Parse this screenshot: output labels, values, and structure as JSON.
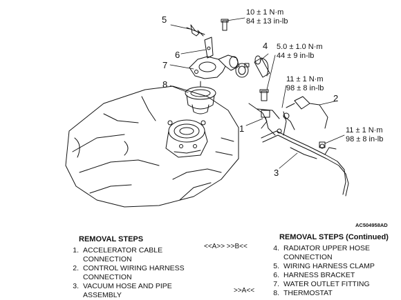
{
  "figure": {
    "id": "AC504958AD",
    "callouts": [
      "1",
      "2",
      "3",
      "4",
      "5",
      "6",
      "7",
      "8"
    ],
    "torques": [
      {
        "nm": "10 ± 1 N·m",
        "inlb": "84 ± 13 in-lb"
      },
      {
        "nm": "5.0 ± 1.0 N·m",
        "inlb": "44 ± 9 in-lb"
      },
      {
        "nm": "11 ± 1 N·m",
        "inlb": "98 ± 8 in-lb"
      },
      {
        "nm": "11 ± 1 N·m",
        "inlb": "98 ± 8 in-lb"
      }
    ]
  },
  "removal_steps": {
    "title": "REMOVAL STEPS",
    "items": [
      {
        "num": "1.",
        "lines": [
          "ACCELERATOR CABLE",
          "CONNECTION"
        ]
      },
      {
        "num": "2.",
        "lines": [
          "CONTROL WIRING HARNESS",
          "CONNECTION"
        ]
      },
      {
        "num": "3.",
        "lines": [
          "VACUUM HOSE AND PIPE",
          "ASSEMBLY"
        ]
      }
    ]
  },
  "removal_steps_continued": {
    "title": "REMOVAL STEPS (Continued)",
    "items": [
      {
        "num": "4.",
        "lines": [
          "RADIATOR UPPER HOSE",
          "CONNECTION"
        ]
      },
      {
        "num": "5.",
        "lines": [
          "WIRING HARNESS CLAMP"
        ]
      },
      {
        "num": "6.",
        "lines": [
          "HARNESS BRACKET"
        ]
      },
      {
        "num": "7.",
        "lines": [
          "WATER OUTLET FITTING"
        ]
      },
      {
        "num": "8.",
        "lines": [
          "THERMOSTAT"
        ]
      }
    ]
  },
  "references": {
    "step4": "<<A>>  >>B<<",
    "step8": ">>A<<"
  }
}
